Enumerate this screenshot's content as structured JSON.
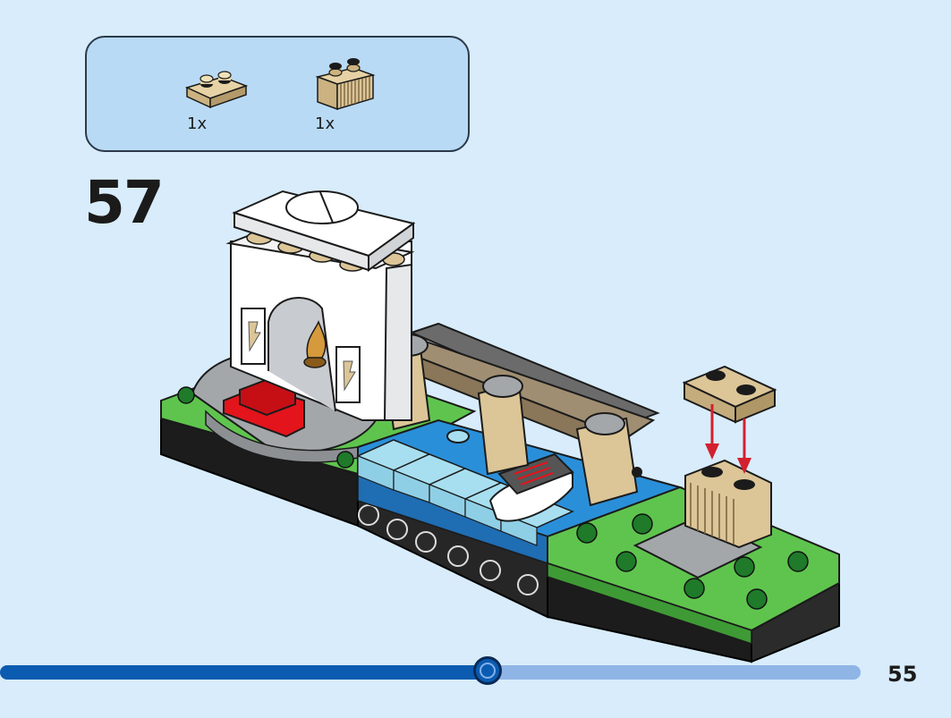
{
  "parts": [
    {
      "icon": "tan-plate-1x2-icon",
      "qty": "1x"
    },
    {
      "icon": "tan-grille-brick-1x2-icon",
      "qty": "1x"
    }
  ],
  "step": {
    "number": "57"
  },
  "page": {
    "number": "55"
  },
  "progress": {
    "fraction": 0.567
  },
  "colors": {
    "tan": "#dcc597",
    "green": "#5fc44e",
    "black": "#1c1c1c",
    "white": "#ffffff",
    "red": "#e3141b",
    "grey": "#a4a7aa",
    "trans_blue": "#a7dff0",
    "arrow": "#d3202e"
  }
}
